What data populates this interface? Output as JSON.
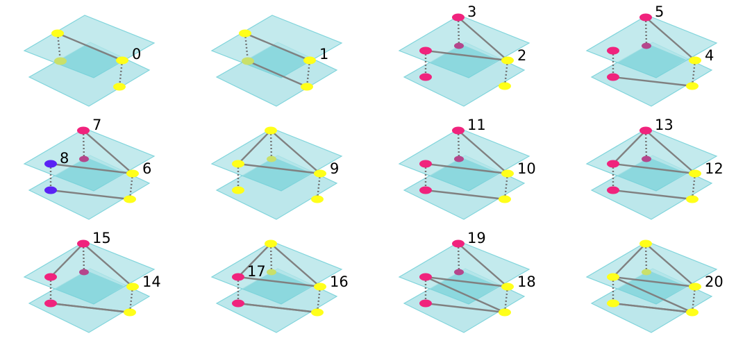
{
  "colors": {
    "plane": "#b2e4e8",
    "yellow": "#ffff1a",
    "pink": "#f0237d",
    "blue": "#5a22f5"
  },
  "panels": [
    {
      "label": "0",
      "nodes": {
        "tl": "yellow",
        "tr": "yellow",
        "bl": "yellow",
        "br": "yellow"
      },
      "edges": [
        [
          "tl",
          "tr"
        ]
      ],
      "interlayer": [
        "l",
        "r"
      ]
    },
    {
      "label": "1",
      "nodes": {
        "tl": "yellow",
        "tr": "yellow",
        "bl": "yellow",
        "br": "yellow"
      },
      "edges": [
        [
          "tl",
          "tr"
        ],
        [
          "bl",
          "br"
        ]
      ],
      "interlayer": [
        "l",
        "r"
      ]
    },
    {
      "label": "2",
      "label2": "3",
      "nodes": {
        "top": "pink",
        "tl": "pink",
        "tr": "yellow",
        "bl": "pink",
        "br": "yellow"
      },
      "edges": [
        [
          "top",
          "tr"
        ],
        [
          "tl",
          "tr"
        ]
      ],
      "interlayer": [
        "top",
        "l",
        "r"
      ]
    },
    {
      "label": "4",
      "label2": "5",
      "nodes": {
        "top": "pink",
        "tl": "pink",
        "tr": "yellow",
        "bl": "pink",
        "br": "yellow"
      },
      "edges": [
        [
          "top",
          "tr"
        ],
        [
          "bl",
          "br"
        ]
      ],
      "interlayer": [
        "top",
        "l",
        "r"
      ]
    },
    {
      "label": "6",
      "label2": "7",
      "label3": "8",
      "nodes": {
        "top": "pink",
        "tl": "blue",
        "tr": "yellow",
        "bl": "blue",
        "br": "yellow"
      },
      "edges": [
        [
          "top",
          "tr"
        ],
        [
          "tl",
          "tr"
        ],
        [
          "bl",
          "br"
        ]
      ],
      "interlayer": [
        "top",
        "l",
        "r"
      ]
    },
    {
      "label": "9",
      "nodes": {
        "top": "yellow",
        "tl": "yellow",
        "tr": "yellow",
        "bl": "yellow",
        "br": "yellow"
      },
      "edges": [
        [
          "top",
          "tr"
        ],
        [
          "tl",
          "tr"
        ],
        [
          "top",
          "tl"
        ]
      ],
      "interlayer": [
        "top",
        "l",
        "r"
      ]
    },
    {
      "label": "10",
      "label2": "11",
      "nodes": {
        "top": "pink",
        "tl": "pink",
        "tr": "yellow",
        "bl": "pink",
        "br": "yellow"
      },
      "edges": [
        [
          "top",
          "tr"
        ],
        [
          "tl",
          "tr"
        ],
        [
          "bl",
          "trm"
        ]
      ],
      "interlayer": [
        "top",
        "l",
        "r"
      ]
    },
    {
      "label": "12",
      "label2": "13",
      "nodes": {
        "top": "pink",
        "tl": "pink",
        "tr": "yellow",
        "bl": "pink",
        "br": "yellow"
      },
      "edges": [
        [
          "top",
          "tr"
        ],
        [
          "tl",
          "tr"
        ],
        [
          "top",
          "tl"
        ],
        [
          "bl",
          "trm"
        ]
      ],
      "interlayer": [
        "top",
        "l",
        "r"
      ]
    },
    {
      "label": "14",
      "label2": "15",
      "nodes": {
        "top": "pink",
        "tl": "pink",
        "tr": "yellow",
        "bl": "pink",
        "br": "yellow"
      },
      "edges": [
        [
          "top",
          "tr"
        ],
        [
          "top",
          "tl"
        ],
        [
          "bl",
          "br"
        ],
        [
          "bl",
          "trm"
        ]
      ],
      "interlayer": [
        "top",
        "l",
        "r"
      ]
    },
    {
      "label": "16",
      "label3": "17",
      "nodes": {
        "top": "yellow",
        "tl": "pink",
        "tr": "yellow",
        "bl": "pink",
        "br": "yellow"
      },
      "edges": [
        [
          "top",
          "tr"
        ],
        [
          "top",
          "tl"
        ],
        [
          "tl",
          "tr"
        ],
        [
          "bl",
          "br"
        ],
        [
          "bl",
          "trm"
        ]
      ],
      "interlayer": [
        "top",
        "l",
        "r"
      ]
    },
    {
      "label": "18",
      "label2": "19",
      "nodes": {
        "top": "pink",
        "tl": "pink",
        "tr": "yellow",
        "bl": "pink",
        "br": "yellow"
      },
      "edges": [
        [
          "top",
          "tr"
        ],
        [
          "tl",
          "tr"
        ],
        [
          "bl",
          "br"
        ],
        [
          "tl",
          "br"
        ]
      ],
      "interlayer": [
        "top",
        "l",
        "r"
      ]
    },
    {
      "label": "20",
      "nodes": {
        "top": "yellow",
        "tl": "yellow",
        "tr": "yellow",
        "bl": "yellow",
        "br": "yellow"
      },
      "edges": [
        [
          "top",
          "tr"
        ],
        [
          "top",
          "tl"
        ],
        [
          "tl",
          "tr"
        ],
        [
          "bl",
          "br"
        ],
        [
          "bl",
          "trm"
        ],
        [
          "tl",
          "br"
        ]
      ],
      "interlayer": [
        "top",
        "l",
        "r"
      ]
    }
  ]
}
